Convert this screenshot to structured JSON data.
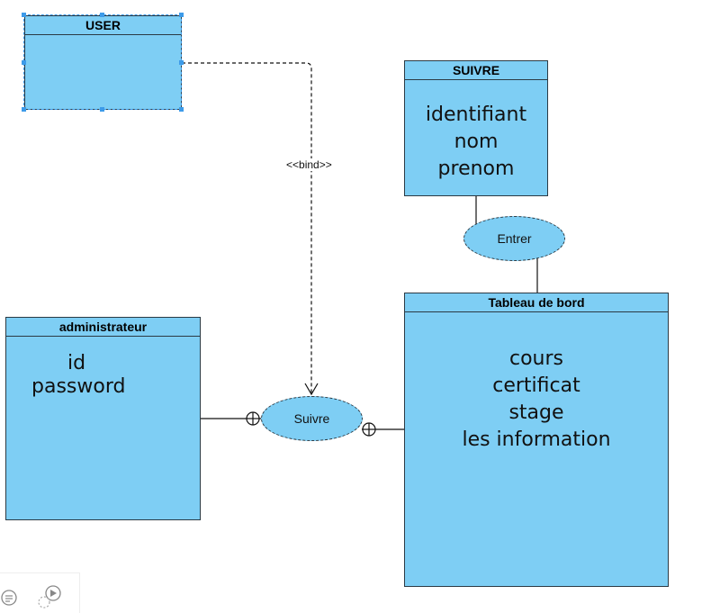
{
  "entities": {
    "user": {
      "title": "USER",
      "attributes": []
    },
    "suivre_entity": {
      "title": "SUIVRE",
      "attributes": [
        "identifiant",
        "nom",
        "prenom"
      ]
    },
    "tableau": {
      "title": "Tableau de bord",
      "attributes": [
        "cours",
        "certificat",
        "stage",
        "les information"
      ]
    },
    "admin": {
      "title": "administrateur",
      "attributes": [
        "id",
        "password"
      ]
    }
  },
  "associations": {
    "entrer": {
      "label": "Entrer"
    },
    "suivre": {
      "label": "Suivre"
    }
  },
  "connectors": {
    "bind_label": "<<bind>>"
  },
  "colors": {
    "fill": "#7ecef4",
    "stroke": "#2b3a44",
    "selection": "#3d9be9"
  },
  "toolbar": {
    "icons": [
      "comment-icon",
      "play-icon"
    ]
  }
}
